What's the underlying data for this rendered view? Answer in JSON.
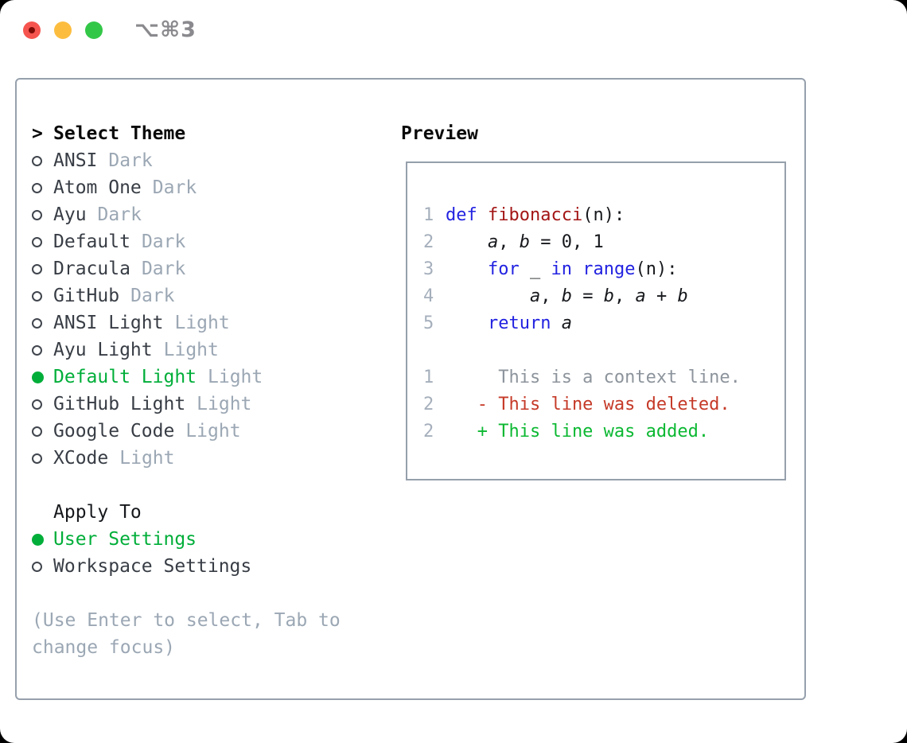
{
  "colors": {
    "accent_green": "#00ae39",
    "keyword_blue": "#2222e1",
    "function_red": "#a31515",
    "deleted_red": "#c53a28",
    "added_green": "#0cb832",
    "muted_gray": "#9ba7b4",
    "panel_border": "#96a0ac"
  },
  "titlebar": {
    "title": "⌥⌘3"
  },
  "theme_selector": {
    "header_marker": ">",
    "header": "Select Theme",
    "items": [
      {
        "name": "ANSI",
        "tag": "Dark",
        "selected": false
      },
      {
        "name": "Atom One",
        "tag": "Dark",
        "selected": false
      },
      {
        "name": "Ayu",
        "tag": "Dark",
        "selected": false
      },
      {
        "name": "Default",
        "tag": "Dark",
        "selected": false
      },
      {
        "name": "Dracula",
        "tag": "Dark",
        "selected": false
      },
      {
        "name": "GitHub",
        "tag": "Dark",
        "selected": false
      },
      {
        "name": "ANSI Light",
        "tag": "Light",
        "selected": false
      },
      {
        "name": "Ayu Light",
        "tag": "Light",
        "selected": false
      },
      {
        "name": "Default Light",
        "tag": "Light",
        "selected": true
      },
      {
        "name": "GitHub Light",
        "tag": "Light",
        "selected": false
      },
      {
        "name": "Google Code",
        "tag": "Light",
        "selected": false
      },
      {
        "name": "XCode",
        "tag": "Light",
        "selected": false
      }
    ]
  },
  "apply_to": {
    "header": "Apply To",
    "options": [
      {
        "name": "User Settings",
        "selected": true
      },
      {
        "name": "Workspace Settings",
        "selected": false
      }
    ]
  },
  "help": {
    "lines": [
      "(Use Enter to select, Tab to",
      "change focus)"
    ]
  },
  "preview": {
    "header": "Preview",
    "code_lines": [
      {
        "num": "1",
        "segs": [
          [
            "kw",
            "def"
          ],
          [
            "pl",
            " "
          ],
          [
            "fn",
            "fibonacci"
          ],
          [
            "pl",
            "(n):"
          ]
        ]
      },
      {
        "num": "2",
        "segs": [
          [
            "pl",
            "    "
          ],
          [
            "var",
            "a"
          ],
          [
            "pl",
            ", "
          ],
          [
            "var",
            "b"
          ],
          [
            "pl",
            " = 0, 1"
          ]
        ]
      },
      {
        "num": "3",
        "segs": [
          [
            "pl",
            "    "
          ],
          [
            "kw",
            "for"
          ],
          [
            "pl",
            " _ "
          ],
          [
            "kw",
            "in"
          ],
          [
            "pl",
            " "
          ],
          [
            "kw",
            "range"
          ],
          [
            "pl",
            "(n):"
          ]
        ]
      },
      {
        "num": "4",
        "segs": [
          [
            "pl",
            "        "
          ],
          [
            "var",
            "a"
          ],
          [
            "pl",
            ", "
          ],
          [
            "var",
            "b"
          ],
          [
            "pl",
            " = "
          ],
          [
            "var",
            "b"
          ],
          [
            "pl",
            ", "
          ],
          [
            "var",
            "a"
          ],
          [
            "pl",
            " + "
          ],
          [
            "var",
            "b"
          ]
        ]
      },
      {
        "num": "5",
        "segs": [
          [
            "pl",
            "    "
          ],
          [
            "kw",
            "return"
          ],
          [
            "pl",
            " "
          ],
          [
            "var",
            "a"
          ]
        ]
      },
      {
        "num": "",
        "segs": []
      },
      {
        "num": "1",
        "segs": [
          [
            "ctx",
            "     This is a context line."
          ]
        ]
      },
      {
        "num": "2",
        "segs": [
          [
            "del",
            "   - This line was deleted."
          ]
        ]
      },
      {
        "num": "2",
        "segs": [
          [
            "add",
            "   + This line was added."
          ]
        ]
      }
    ]
  }
}
